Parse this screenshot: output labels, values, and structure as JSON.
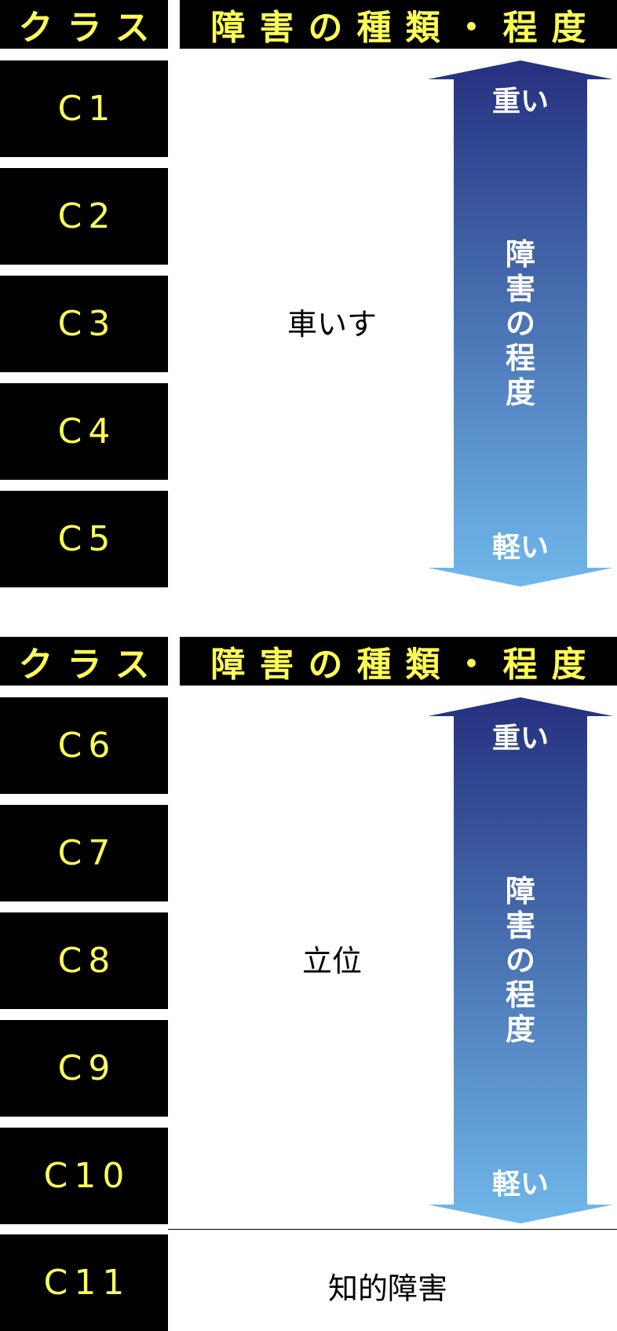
{
  "section1": {
    "header_class": "クラス",
    "header_type": "障害の種類・程度",
    "classes": [
      "C1",
      "C2",
      "C3",
      "C4",
      "C5"
    ],
    "type_label": "車いす",
    "arrow_top": "重い",
    "arrow_bottom": "軽い",
    "arrow_middle": [
      "障",
      "害",
      "の",
      "程",
      "度"
    ]
  },
  "section2": {
    "header_class": "クラス",
    "header_type": "障害の種類・程度",
    "classes": [
      "C6",
      "C7",
      "C8",
      "C9",
      "C10",
      "C11"
    ],
    "type_label": "立位",
    "type_label_2": "知的障害",
    "arrow_top": "重い",
    "arrow_bottom": "軽い",
    "arrow_middle": [
      "障",
      "害",
      "の",
      "程",
      "度"
    ]
  },
  "colors": {
    "header_bg": "#000000",
    "header_text": "#ffff55",
    "arrow_top": "#25307f",
    "arrow_bottom": "#70b8ea"
  }
}
